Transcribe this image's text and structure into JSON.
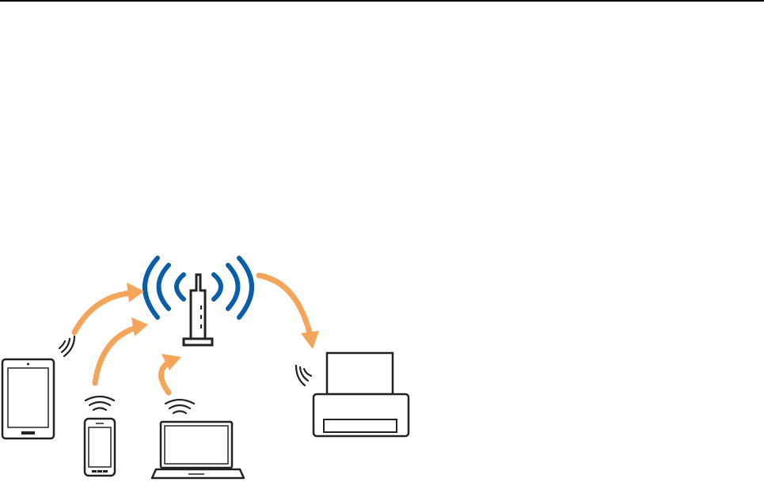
{
  "diagram": {
    "colors": {
      "arrow": "#f5a55a",
      "radio_waves": "#0a5ea8",
      "outline": "#222222",
      "rule": "#000000",
      "background": "#ffffff"
    },
    "nodes": [
      {
        "id": "tablet",
        "icon": "tablet-icon"
      },
      {
        "id": "smartphone",
        "icon": "smartphone-icon"
      },
      {
        "id": "laptop",
        "icon": "laptop-icon"
      },
      {
        "id": "access-point",
        "icon": "wireless-router-icon"
      },
      {
        "id": "printer",
        "icon": "printer-icon"
      }
    ],
    "connections": [
      {
        "from": "tablet",
        "to": "access-point"
      },
      {
        "from": "smartphone",
        "to": "access-point"
      },
      {
        "from": "laptop",
        "to": "access-point"
      },
      {
        "from": "access-point",
        "to": "printer"
      }
    ]
  }
}
